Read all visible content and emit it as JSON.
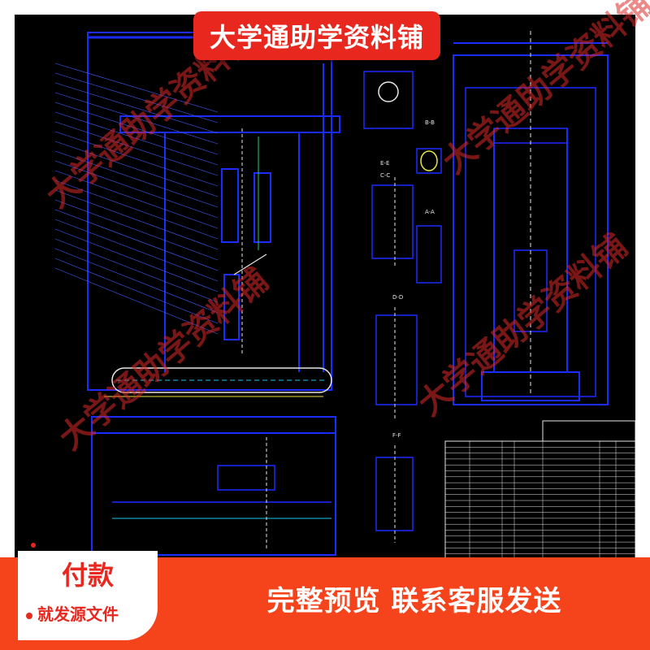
{
  "banner": {
    "title": "大学通助学资料铺"
  },
  "watermarks": [
    "大学通助学资料铺",
    "大学通助学资料铺",
    "大学通助学资料铺",
    "大学通助学资料铺"
  ],
  "pay_box": {
    "title": "付款",
    "subtitle": "就发源文件"
  },
  "slogan": {
    "text": "完整预览  联系客服发送"
  },
  "drawing": {
    "section_labels": [
      "B-B",
      "E-E",
      "C-C",
      "A-A",
      "D-D",
      "F-F"
    ],
    "colors": {
      "line": "#1a2cff",
      "line_alt": "#3f5cff",
      "accent": "#22d07a",
      "yellow": "#e8e840",
      "white": "#e6e6e6",
      "cyan": "#19c6e6"
    }
  }
}
